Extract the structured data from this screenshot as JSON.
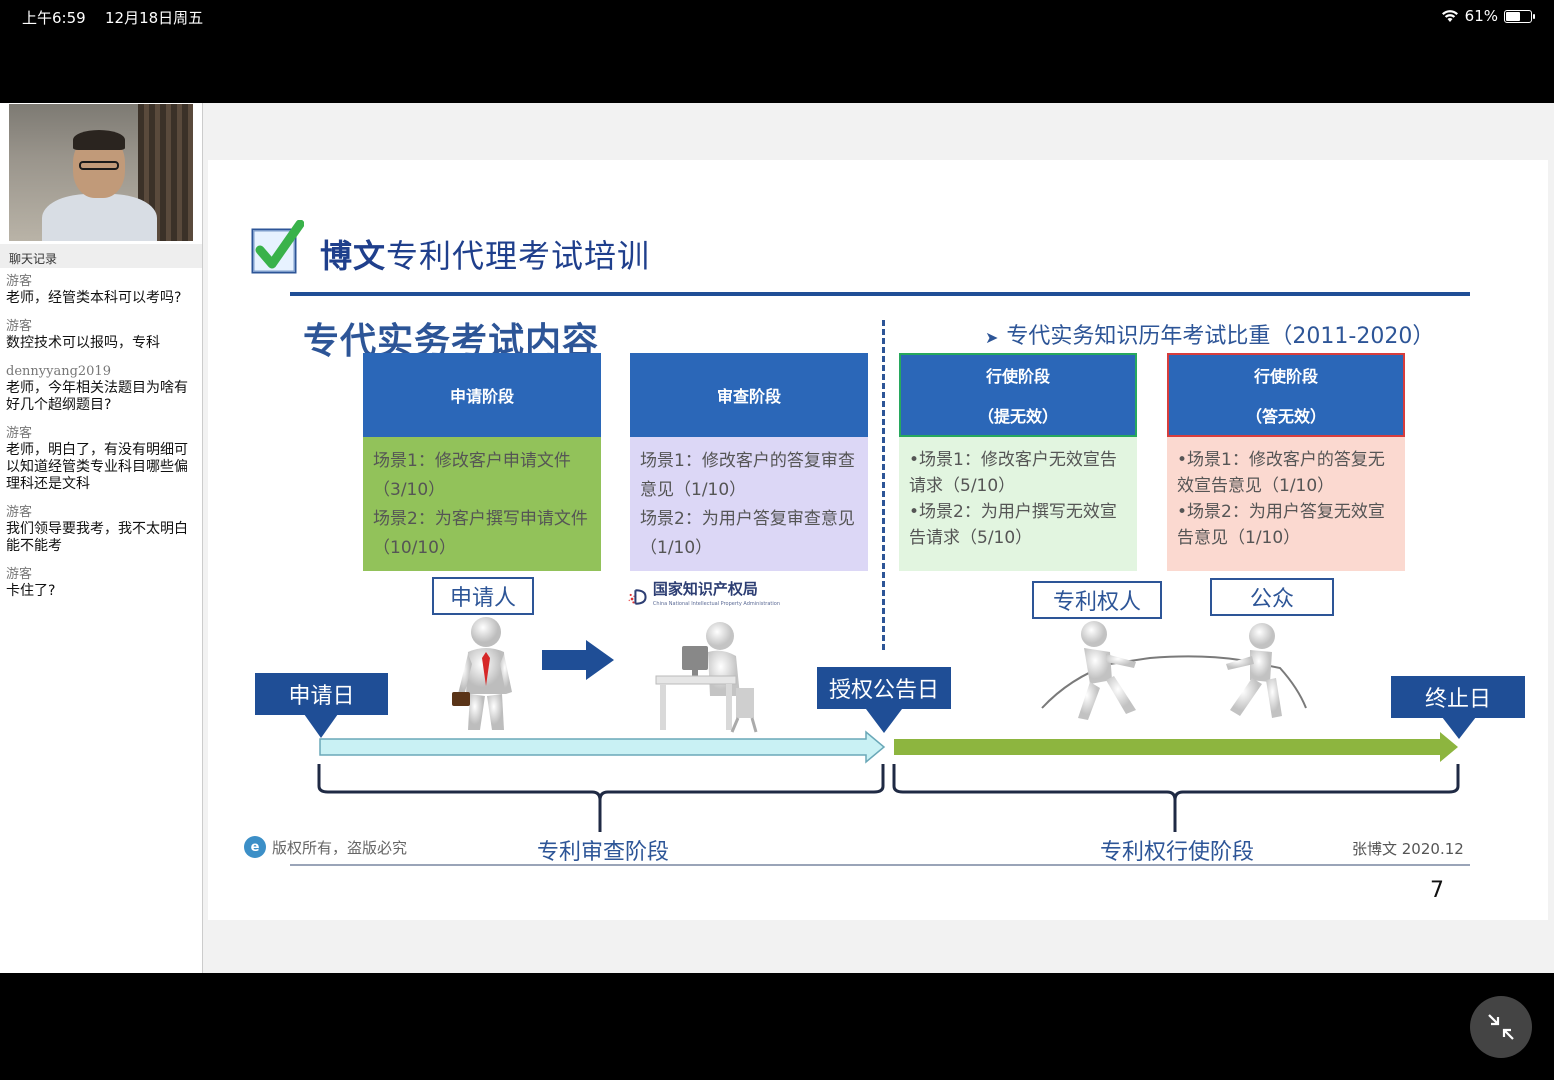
{
  "status_bar": {
    "time": "上午6:59",
    "date": "12月18日周五",
    "battery_percent": "61%",
    "battery_level": 0.61
  },
  "chat": {
    "header": "聊天记录",
    "messages": [
      {
        "user": "游客",
        "text": "老师，经管类本科可以考吗?"
      },
      {
        "user": "游客",
        "text": "数控技术可以报吗，专科"
      },
      {
        "user": "dennyyang2019",
        "text": "老师，今年相关法题目为啥有好几个超纲题目?"
      },
      {
        "user": "游客",
        "text": "老师，明白了，有没有明细可以知道经管类专业科目哪些偏理科还是文科"
      },
      {
        "user": "游客",
        "text": "我们领导要我考，我不太明白能不能考"
      },
      {
        "user": "游客",
        "text": "卡住了?"
      }
    ]
  },
  "slide": {
    "brand_bold": "博文",
    "brand_rest": "专利代理考试培训",
    "section_title": "专代实务考试内容",
    "weight_title": "专代实务知识历年考试比重（2011-2020）",
    "cards": [
      {
        "head1": "申请阶段",
        "head2": "",
        "lines": [
          "场景1：修改客户申请文件",
          "（3/10）",
          "场景2：为客户撰写申请文件",
          "（10/10）"
        ]
      },
      {
        "head1": "审查阶段",
        "head2": "",
        "lines": [
          "场景1：修改客户的答复审查",
          "意见（1/10）",
          "场景2：为用户答复审查意见",
          "（1/10）"
        ]
      },
      {
        "head1": "行使阶段",
        "head2": "（提无效）",
        "lines": [
          "•场景1：修改客户无效宣告",
          "请求（5/10）",
          "•场景2：为用户撰写无效宣",
          "告请求（5/10）"
        ]
      },
      {
        "head1": "行使阶段",
        "head2": "（答无效）",
        "lines": [
          "•场景1：修改客户的答复无",
          "效宣告意见（1/10）",
          "•场景2：为用户答复无效宣",
          "告意见（1/10）"
        ]
      }
    ],
    "roles": {
      "applicant": "申请人",
      "patentee": "专利权人",
      "public": "公众"
    },
    "cnipa": {
      "name": "国家知识产权局",
      "en": "China National Intellectual Property Administration"
    },
    "dates": {
      "filing": "申请日",
      "grant": "授权公告日",
      "termination": "终止日"
    },
    "stages": {
      "examination": "专利审查阶段",
      "enforcement": "专利权行使阶段"
    },
    "copyright": "版权所有，盗版必究",
    "author": "张博文 2020.12",
    "page_number": "7"
  },
  "colors": {
    "navy": "#1f4e96",
    "title_blue": "#2d5597",
    "card_head": "#2b67b8",
    "green_card": "#92c25a",
    "lavender_card": "#dcd7f6",
    "mint_card": "#e2f5e0",
    "pink_card": "#fbd9d0",
    "arrow_cyan": "#c9f1f4",
    "arrow_green": "#8db53f"
  }
}
